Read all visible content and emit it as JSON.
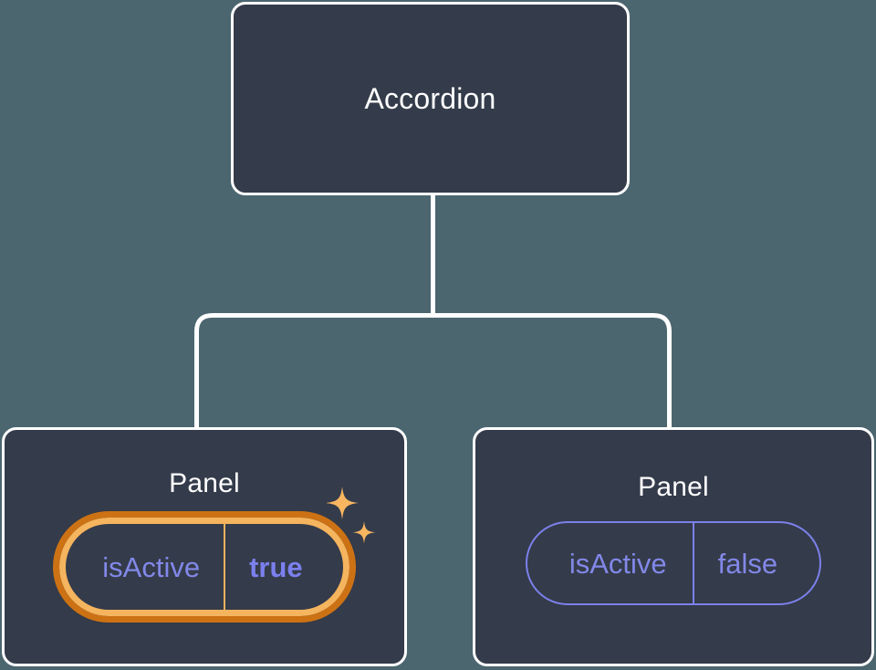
{
  "canvas": {
    "background_color": "#4c6670",
    "node_fill_color": "#343b4a",
    "node_border_color": "#ffffff",
    "connector_color": "#ffffff",
    "accent_active_color": "#f5b45e",
    "accent_active_outer_color": "#cc7214",
    "accent_prop_color": "#7b81ea",
    "sparkle_color": "#f8b661"
  },
  "tree": {
    "root": {
      "label": "Accordion"
    },
    "children": [
      {
        "label": "Panel",
        "highlighted": true,
        "prop": {
          "key": "isActive",
          "value": "true"
        },
        "sparkle_icons": [
          "sparkle-large-icon",
          "sparkle-small-icon"
        ]
      },
      {
        "label": "Panel",
        "highlighted": false,
        "prop": {
          "key": "isActive",
          "value": "false"
        }
      }
    ]
  }
}
